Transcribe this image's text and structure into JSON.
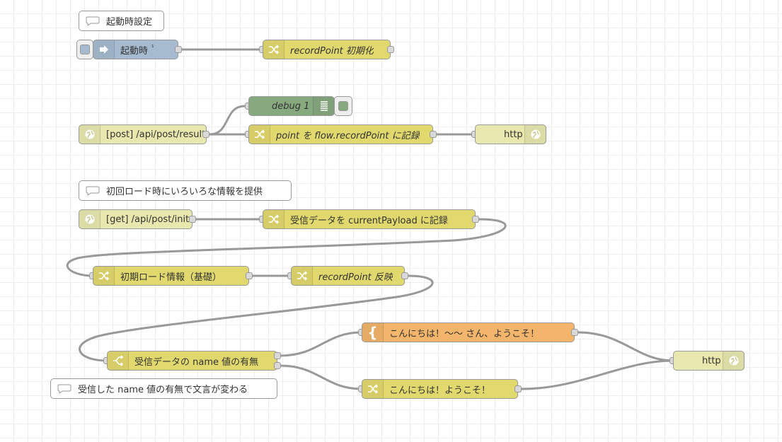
{
  "canvas": {
    "grid_color": "#eeeeee",
    "colors": {
      "change": "#e2d96e",
      "http": "#e7e7ae",
      "template": "#f2b56b",
      "debug": "#87a980",
      "inject": "#a6bbcf",
      "wire": "#999999"
    }
  },
  "comments": {
    "startup": "起動時設定",
    "init_info": "初回ロード時にいろいろな情報を提供",
    "name_note": "受信した name 値の有無で文言が変わる"
  },
  "nodes": {
    "inject": {
      "label": "起動時",
      "badge": "¹",
      "icon": "arrow-right-icon"
    },
    "record_init": {
      "label": "recordPoint 初期化",
      "icon": "shuffle-icon"
    },
    "debug": {
      "label": "debug 1",
      "icon": "list-icon"
    },
    "http_in_post": {
      "label": "[post] /api/post/result",
      "icon": "globe-icon"
    },
    "change_point": {
      "label": "point を flow.recordPoint に記録",
      "icon": "shuffle-icon"
    },
    "http_resp_1": {
      "label": "http",
      "icon": "globe-icon"
    },
    "http_in_get": {
      "label": "[get] /api/post/init",
      "icon": "globe-icon"
    },
    "change_payload": {
      "label": "受信データを currentPayload に記録",
      "icon": "shuffle-icon"
    },
    "change_init_info": {
      "label": "初期ロード情報（基礎）",
      "icon": "shuffle-icon"
    },
    "change_reflect": {
      "label": "recordPoint 反映",
      "icon": "shuffle-icon"
    },
    "switch_name": {
      "label": "受信データの name 値の有無",
      "icon": "switch-icon"
    },
    "template_hello": {
      "label": "こんにちは！～～ さん、ようこそ！",
      "icon": "brace-icon"
    },
    "change_hello": {
      "label": "こんにちは！ようこそ！",
      "icon": "shuffle-icon"
    },
    "http_resp_2": {
      "label": "http",
      "icon": "globe-icon"
    }
  }
}
